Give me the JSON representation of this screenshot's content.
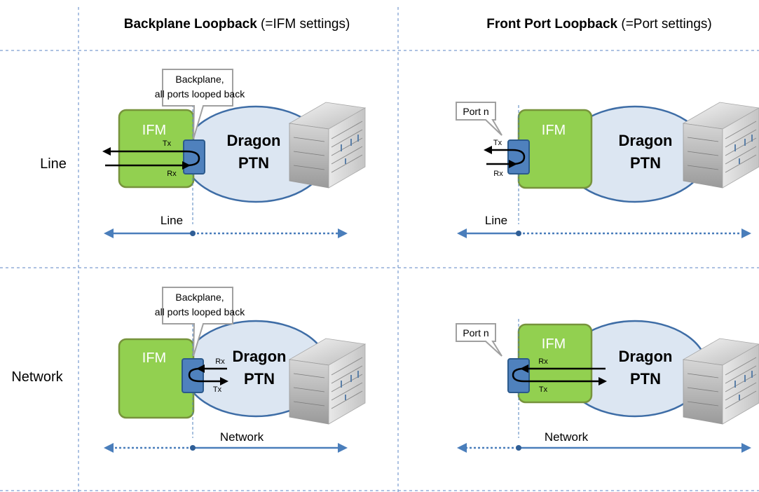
{
  "headers": {
    "backplane_title": "Backplane Loopback",
    "backplane_note": " (=IFM settings)",
    "front_title": "Front Port Loopback",
    "front_note": " (=Port settings)"
  },
  "rows": {
    "line": "Line",
    "network": "Network"
  },
  "block": {
    "ifm": "IFM",
    "dragon": "Dragon",
    "ptn": "PTN",
    "tx": "Tx",
    "rx": "Rx"
  },
  "callouts": {
    "backplane_line1": "Backplane,",
    "backplane_line2": "all ports looped back",
    "port": "Port n"
  },
  "directions": {
    "line": "Line",
    "network": "Network"
  },
  "colors": {
    "ifm_green": "#92d050",
    "ifm_border": "#77933c",
    "cloud_fill": "#dce6f2",
    "cloud_border": "#3e6da6",
    "port_blue": "#4f81bd",
    "guide_blue": "#4f81bd",
    "axis_blue": "#4a7ebb"
  }
}
